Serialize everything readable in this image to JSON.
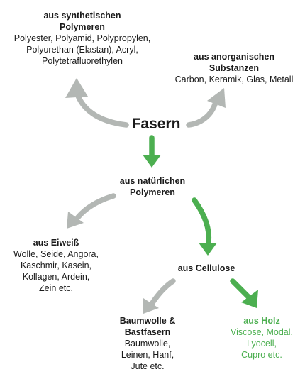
{
  "colors": {
    "gray_arrow": "#b3b7b4",
    "green_arrow": "#4caf50",
    "text": "#1a1a1a",
    "green_text": "#4caf50"
  },
  "root": {
    "label": "Fasern"
  },
  "nodes": {
    "synthetic": {
      "title_line1": "aus synthetischen",
      "title_line2": "Polymeren",
      "detail_lines": [
        "Polyester, Polyamid, Polypropylen,",
        "Polyurethan (Elastan), Acryl,",
        "Polytetrafluorethylen"
      ]
    },
    "inorganic": {
      "title_line1": "aus anorganischen",
      "title_line2": "Substanzen",
      "detail_lines": [
        "Carbon, Keramik, Glas, Metall"
      ]
    },
    "natural": {
      "title_line1": "aus natürlichen",
      "title_line2": "Polymeren"
    },
    "protein": {
      "title": "aus Eiweiß",
      "detail_lines": [
        "Wolle, Seide, Angora,",
        "Kaschmir, Kasein,",
        "Kollagen, Ardein,",
        "Zein etc."
      ]
    },
    "cellulose": {
      "title": "aus Cellulose"
    },
    "cotton": {
      "title_line1": "Baumwolle &",
      "title_line2": "Bastfasern",
      "detail_lines": [
        "Baumwolle,",
        "Leinen, Hanf,",
        "Jute etc."
      ]
    },
    "wood": {
      "title": "aus Holz",
      "detail_lines": [
        "Viscose, Modal,",
        "Lyocell,",
        "Cupro etc."
      ]
    }
  }
}
